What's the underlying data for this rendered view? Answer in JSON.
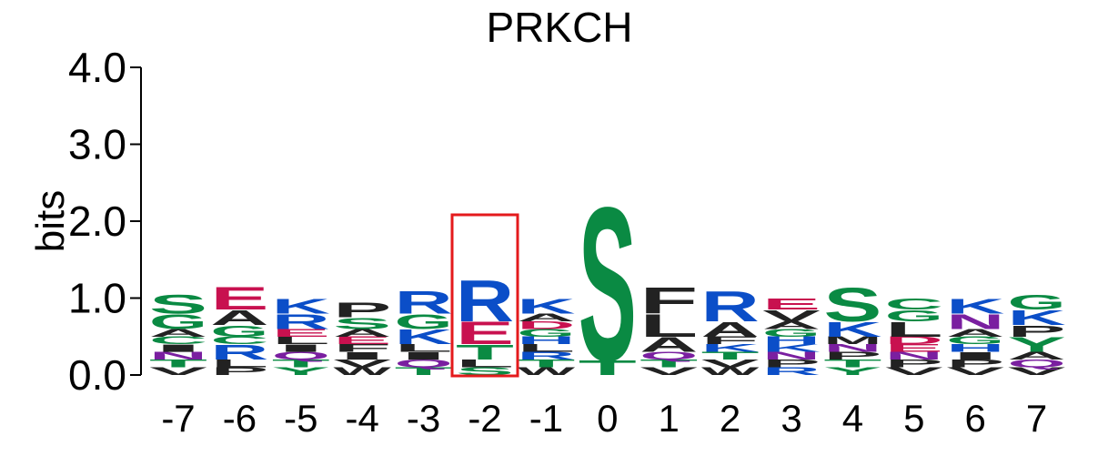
{
  "colors": {
    "S": "#0a8a43",
    "T": "#0a8a43",
    "G": "#0a8a43",
    "Y": "#0a8a43",
    "C": "#0a8a43",
    "N": "#7a1fa0",
    "Q": "#7a1fa0",
    "K": "#0b4ec8",
    "R": "#0b4ec8",
    "H": "#0b4ec8",
    "D": "#c8114f",
    "E": "#c8114f",
    "A": "#222222",
    "V": "#222222",
    "L": "#222222",
    "I": "#222222",
    "P": "#222222",
    "W": "#222222",
    "F": "#222222",
    "M": "#222222",
    "highlight": "#e41a1c",
    "axis": "#000000"
  },
  "chart_data": {
    "type": "sequence-logo",
    "title": "PRKCH",
    "xlabel": "",
    "ylabel": "bits",
    "ylim": [
      0,
      4
    ],
    "yticks": [
      "0.0",
      "1.0",
      "2.0",
      "3.0",
      "4.0"
    ],
    "highlight_position": "-2",
    "positions": [
      {
        "pos": "-7",
        "letters": [
          [
            "V",
            0.1
          ],
          [
            "T",
            0.1
          ],
          [
            "N",
            0.1
          ],
          [
            "I",
            0.1
          ],
          [
            "C",
            0.1
          ],
          [
            "A",
            0.1
          ],
          [
            "G",
            0.2
          ],
          [
            "S",
            0.25
          ]
        ]
      },
      {
        "pos": "-6",
        "letters": [
          [
            "P",
            0.1
          ],
          [
            "L",
            0.1
          ],
          [
            "R",
            0.2
          ],
          [
            "C",
            0.1
          ],
          [
            "G",
            0.15
          ],
          [
            "A",
            0.2
          ],
          [
            "E",
            0.3
          ]
        ]
      },
      {
        "pos": "-5",
        "letters": [
          [
            "Y",
            0.1
          ],
          [
            "T",
            0.1
          ],
          [
            "Q",
            0.1
          ],
          [
            "I",
            0.1
          ],
          [
            "L",
            0.1
          ],
          [
            "E",
            0.1
          ],
          [
            "R",
            0.2
          ],
          [
            "K",
            0.2
          ]
        ]
      },
      {
        "pos": "-4",
        "letters": [
          [
            "W",
            0.1
          ],
          [
            "V",
            0.1
          ],
          [
            "I",
            0.1
          ],
          [
            "F",
            0.1
          ],
          [
            "E",
            0.1
          ],
          [
            "A",
            0.1
          ],
          [
            "S",
            0.15
          ],
          [
            "P",
            0.2
          ]
        ]
      },
      {
        "pos": "-3",
        "letters": [
          [
            "T",
            0.1
          ],
          [
            "Q",
            0.1
          ],
          [
            "I",
            0.1
          ],
          [
            "L",
            0.1
          ],
          [
            "K",
            0.2
          ],
          [
            "G",
            0.2
          ],
          [
            "R",
            0.3
          ]
        ]
      },
      {
        "pos": "-2",
        "letters": [
          [
            "S",
            0.1
          ],
          [
            "L",
            0.1
          ],
          [
            "T",
            0.2
          ],
          [
            "E",
            0.3
          ],
          [
            "R",
            0.55
          ]
        ]
      },
      {
        "pos": "-1",
        "letters": [
          [
            "W",
            0.1
          ],
          [
            "T",
            0.1
          ],
          [
            "R",
            0.1
          ],
          [
            "L",
            0.1
          ],
          [
            "H",
            0.1
          ],
          [
            "G",
            0.1
          ],
          [
            "D",
            0.1
          ],
          [
            "A",
            0.1
          ],
          [
            "K",
            0.2
          ]
        ]
      },
      {
        "pos": "0",
        "letters": [
          [
            "T",
            0.2
          ],
          [
            "S",
            2.05
          ]
        ]
      },
      {
        "pos": "1",
        "letters": [
          [
            "V",
            0.1
          ],
          [
            "T",
            0.1
          ],
          [
            "Q",
            0.1
          ],
          [
            "A",
            0.2
          ],
          [
            "L",
            0.3
          ],
          [
            "F",
            0.35
          ]
        ]
      },
      {
        "pos": "2",
        "letters": [
          [
            "W",
            0.1
          ],
          [
            "V",
            0.1
          ],
          [
            "T",
            0.1
          ],
          [
            "K",
            0.1
          ],
          [
            "F",
            0.1
          ],
          [
            "A",
            0.2
          ],
          [
            "R",
            0.4
          ]
        ]
      },
      {
        "pos": "3",
        "letters": [
          [
            "R",
            0.1
          ],
          [
            "P",
            0.1
          ],
          [
            "N",
            0.1
          ],
          [
            "K",
            0.1
          ],
          [
            "H",
            0.1
          ],
          [
            "G",
            0.1
          ],
          [
            "A",
            0.1
          ],
          [
            "V",
            0.15
          ],
          [
            "E",
            0.15
          ]
        ]
      },
      {
        "pos": "4",
        "letters": [
          [
            "Y",
            0.1
          ],
          [
            "T",
            0.1
          ],
          [
            "P",
            0.1
          ],
          [
            "N",
            0.1
          ],
          [
            "M",
            0.1
          ],
          [
            "K",
            0.2
          ],
          [
            "S",
            0.45
          ]
        ]
      },
      {
        "pos": "5",
        "letters": [
          [
            "V",
            0.1
          ],
          [
            "P",
            0.1
          ],
          [
            "N",
            0.1
          ],
          [
            "E",
            0.1
          ],
          [
            "D",
            0.1
          ],
          [
            "L",
            0.2
          ],
          [
            "G",
            0.15
          ],
          [
            "C",
            0.15
          ]
        ]
      },
      {
        "pos": "6",
        "letters": [
          [
            "V",
            0.1
          ],
          [
            "P",
            0.1
          ],
          [
            "I",
            0.1
          ],
          [
            "H",
            0.1
          ],
          [
            "G",
            0.1
          ],
          [
            "A",
            0.1
          ],
          [
            "N",
            0.2
          ],
          [
            "K",
            0.2
          ]
        ]
      },
      {
        "pos": "7",
        "letters": [
          [
            "V",
            0.1
          ],
          [
            "Q",
            0.1
          ],
          [
            "A",
            0.1
          ],
          [
            "Y",
            0.2
          ],
          [
            "P",
            0.15
          ],
          [
            "K",
            0.2
          ],
          [
            "G",
            0.2
          ]
        ]
      }
    ]
  }
}
